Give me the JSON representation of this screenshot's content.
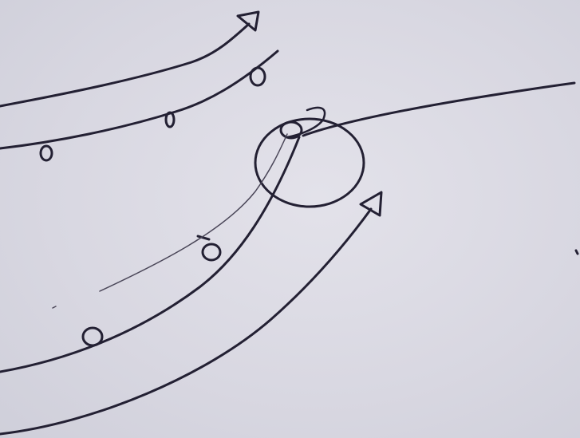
{
  "ink_color": "#232033",
  "faint_color": "#4a4658",
  "paper_color": "#dcdbe4",
  "drawing": {
    "kind": "hand-drawn orbit / trajectory sketch on whiteboard",
    "arrowheads": 2,
    "small_circle_marks": 6,
    "central_body": "circle"
  }
}
